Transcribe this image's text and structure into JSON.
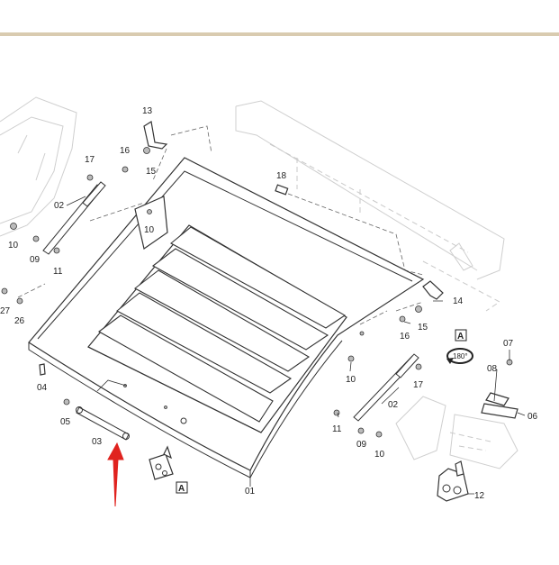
{
  "labels": {
    "l01": "01",
    "l02a": "02",
    "l02b": "02",
    "l03": "03",
    "l04": "04",
    "l05": "05",
    "l06": "06",
    "l07": "07",
    "l08": "08",
    "l09a": "09",
    "l09b": "09",
    "l10a": "10",
    "l10b": "10",
    "l10c": "10",
    "l10d": "10",
    "l11a": "11",
    "l11b": "11",
    "l12": "12",
    "l13": "13",
    "l14": "14",
    "l15a": "15",
    "l15b": "15",
    "l16a": "16",
    "l16b": "16",
    "l17a": "17",
    "l17b": "17",
    "l18": "18",
    "l26": "26",
    "l27": "27"
  },
  "view_markers": {
    "a1": "A",
    "a2": "A"
  },
  "rotation_label": "180°",
  "colors": {
    "top_band": "#d9cbb0",
    "arrow": "#e0231f"
  }
}
